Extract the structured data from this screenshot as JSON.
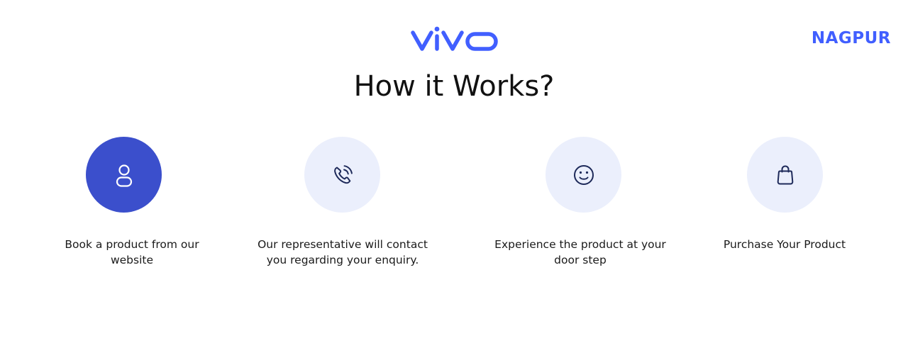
{
  "brand": {
    "logo_text": "vivo",
    "city": "NAGPUR"
  },
  "colors": {
    "brand_blue": "#415FFF",
    "active_circle": "#3B4FCC",
    "inactive_circle": "#EBEFFC",
    "icon_dark": "#1E2A5A",
    "icon_light": "#FFFFFF"
  },
  "title": "How it Works?",
  "steps": [
    {
      "icon": "user-icon",
      "text": "Book a product from our website",
      "active": true
    },
    {
      "icon": "phone-call-icon",
      "text": "Our representative will contact you regarding your enquiry.",
      "active": false
    },
    {
      "icon": "smile-icon",
      "text": "Experience the product at your door step",
      "active": false
    },
    {
      "icon": "shopping-bag-icon",
      "text": "Purchase Your Product",
      "active": false
    }
  ]
}
